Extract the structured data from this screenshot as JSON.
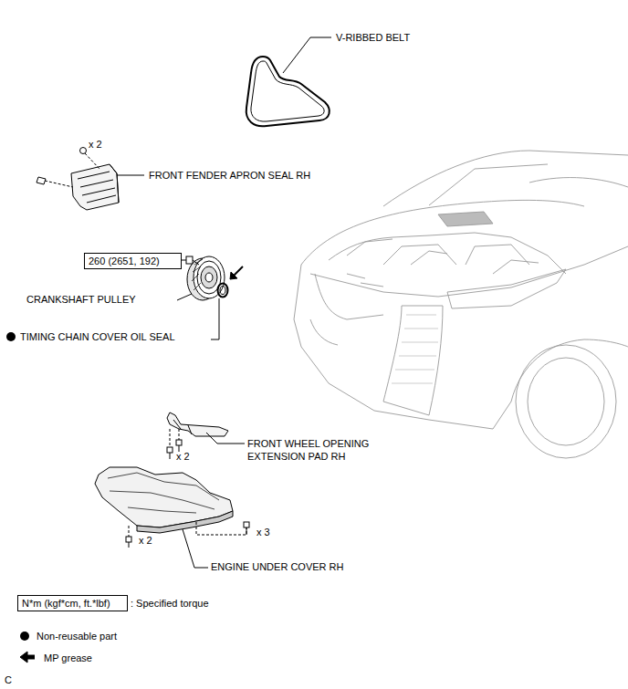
{
  "diagram": {
    "nodes": [
      {
        "text": [
          "260 (2651, 192)"
        ]
      },
      {
        "text": [
          "N*m (kgf*cm, ft.*lbf)"
        ]
      }
    ],
    "labels": [
      "V-RIBBED BELT",
      "x 2",
      "FRONT FENDER APRON SEAL RH",
      "CRANKSHAFT PULLEY",
      "TIMING CHAIN COVER OIL SEAL",
      "FRONT WHEEL OPENING EXTENSION PAD RH",
      "x 2",
      "x 2",
      "x 3",
      "ENGINE UNDER COVER RH",
      "C"
    ],
    "legend": [
      {
        "text": ": Specified torque"
      },
      {
        "text": "Non-reusable part"
      },
      {
        "text": "MP grease"
      }
    ]
  }
}
